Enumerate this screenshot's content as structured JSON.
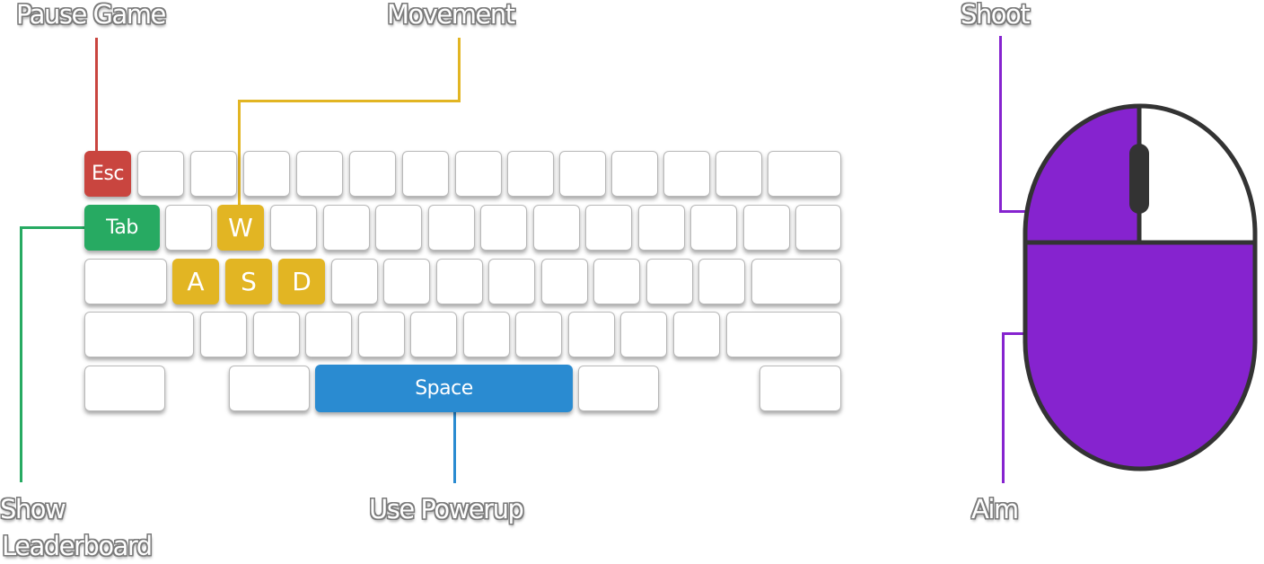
{
  "labels": {
    "pause": "Pause Game",
    "movement": "Movement",
    "shoot": "Shoot",
    "leaderboard_line1": "Show",
    "leaderboard_line2": "Leaderboard",
    "powerup": "Use Powerup",
    "aim": "Aim"
  },
  "keys": {
    "esc": "Esc",
    "tab": "Tab",
    "w": "W",
    "a": "A",
    "s": "S",
    "d": "D",
    "space": "Space"
  },
  "colors": {
    "pause": "#c9453f",
    "movement": "#e2b523",
    "leaderboard": "#27aa62",
    "powerup": "#2a8bd1",
    "mouse": "#8623cf",
    "mouse_outline": "#333333",
    "key_border": "#b9b9b9"
  },
  "icons": {
    "keyboard": "keyboard-icon",
    "mouse": "mouse-icon"
  }
}
